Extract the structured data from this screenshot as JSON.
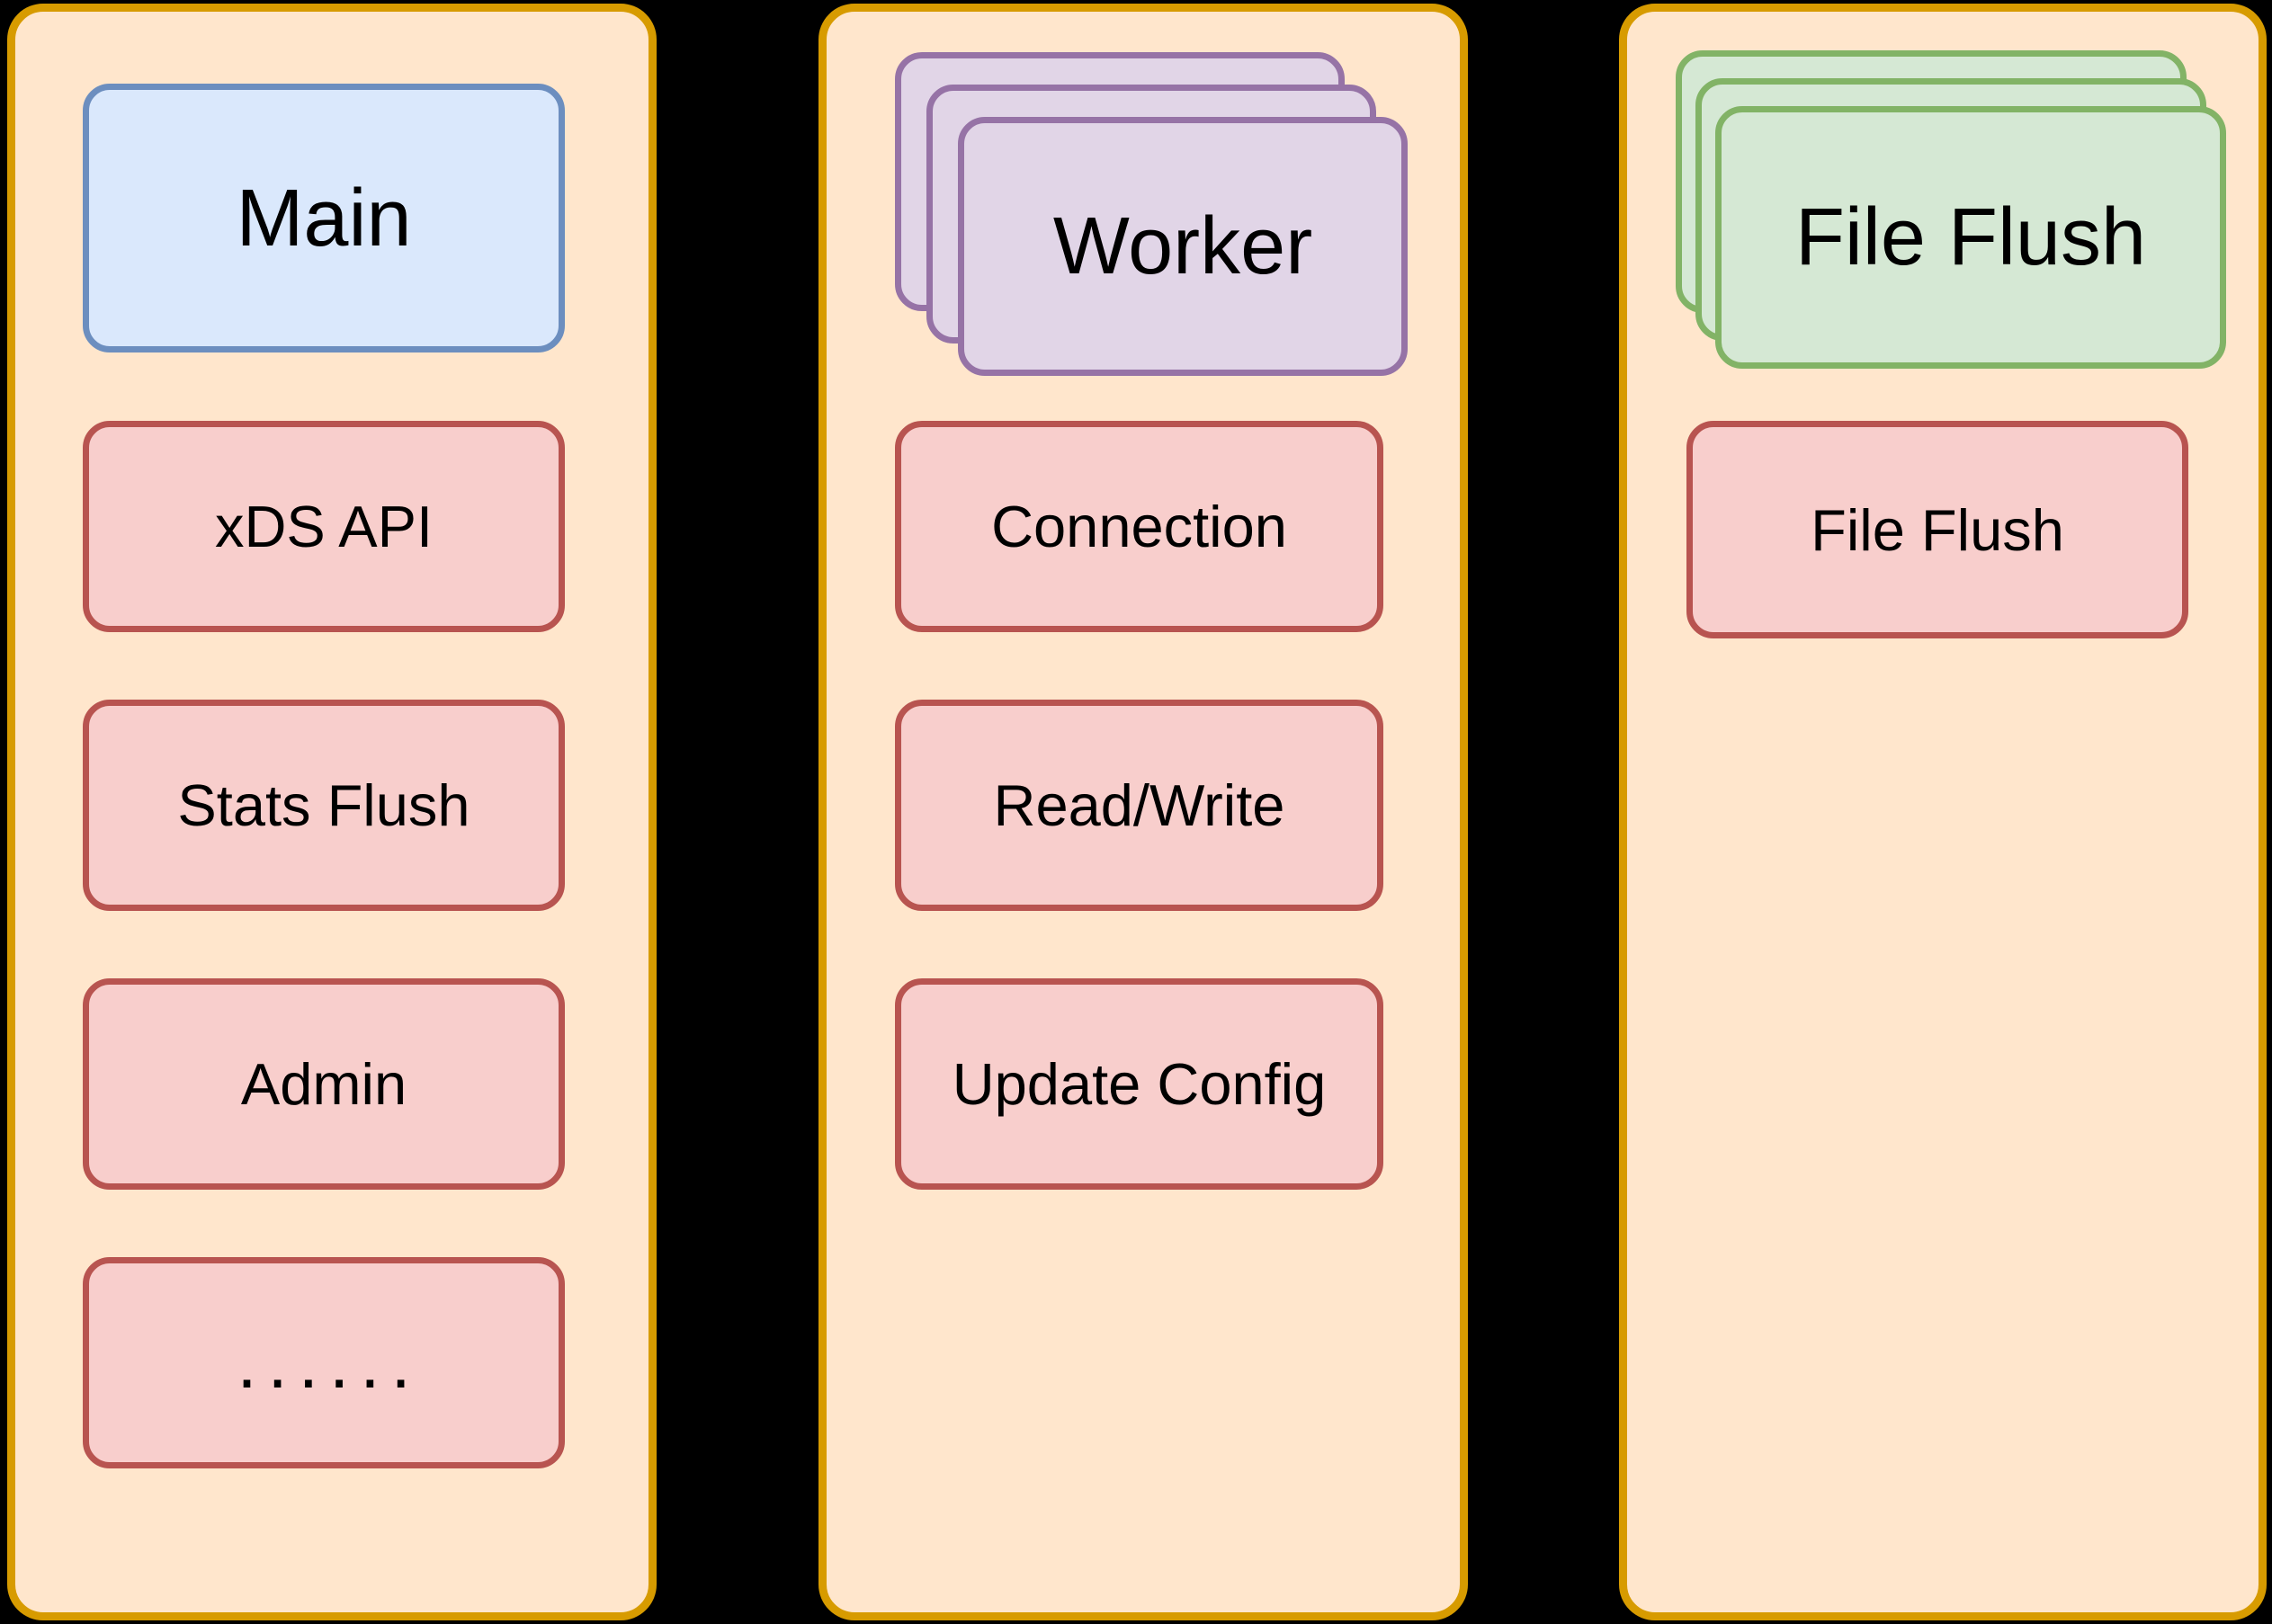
{
  "canvas": {
    "background": "#000000"
  },
  "palette": {
    "panel_fill": "#FFE6CC",
    "panel_stroke": "#D79B00",
    "blue_fill": "#DAE8FC",
    "blue_stroke": "#6C8EBF",
    "red_fill": "#F8CECC",
    "red_stroke": "#B85450",
    "purple_fill": "#E1D5E7",
    "purple_stroke": "#9673A6",
    "green_fill": "#D5E8D4",
    "green_stroke": "#82B366"
  },
  "diagram": {
    "left_panel": {
      "main": "Main",
      "xds_api": "xDS API",
      "stats_flush": "Stats Flush",
      "admin": "Admin",
      "ellipsis": "......"
    },
    "middle_panel": {
      "worker": "Worker",
      "connection": "Connection",
      "read_write": "Read/Write",
      "update_config": "Update Config"
    },
    "right_panel": {
      "file_flush_stack": "File Flush",
      "file_flush_task": "File Flush"
    }
  }
}
